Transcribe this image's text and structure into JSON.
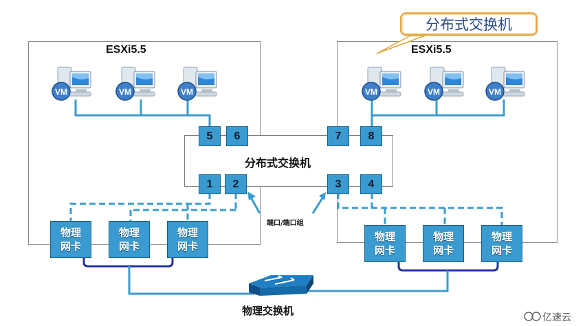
{
  "callout": {
    "text": "分布式交换机"
  },
  "hosts": [
    {
      "title": "ESXi5.5"
    },
    {
      "title": "ESXi5.5"
    }
  ],
  "vm_label": "VM",
  "distributed_switch": {
    "label": "分布式交换机"
  },
  "ports": [
    "1",
    "2",
    "3",
    "4",
    "5",
    "6",
    "7",
    "8"
  ],
  "nic": {
    "line1": "物理",
    "line2": "网卡"
  },
  "port_label": "端口/端口组",
  "physical_switch": {
    "label": "物理交换机"
  },
  "watermark": "亿速云",
  "colors": {
    "port": "#3a9bd0",
    "link": "#3a9bd0",
    "nic_bond": "#23359a",
    "callout_border": "#e2a43a"
  },
  "icons": [
    "vm-computer-icon",
    "network-switch-icon",
    "arrow-icon",
    "cloud-logo-icon"
  ]
}
